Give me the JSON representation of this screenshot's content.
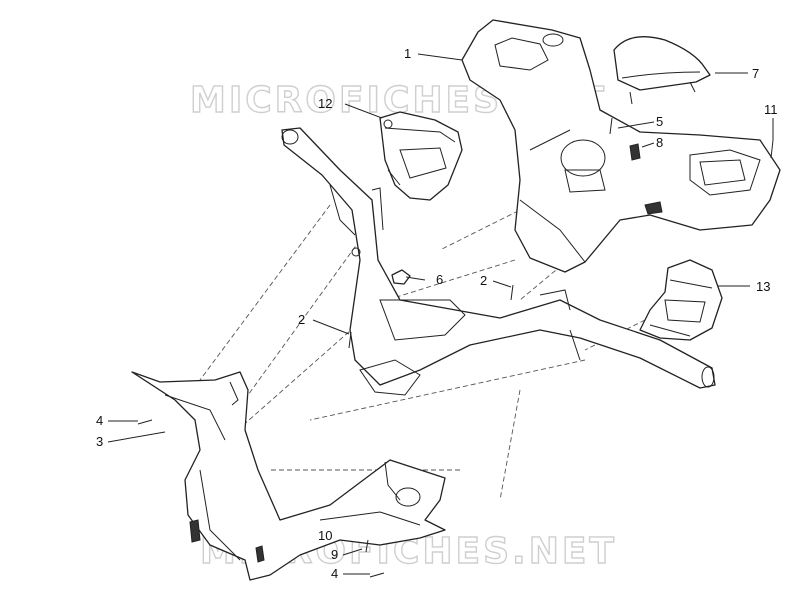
{
  "watermark": {
    "text": "MICROFICHES.NET"
  },
  "callouts": [
    {
      "id": "c1",
      "label": "1"
    },
    {
      "id": "c2a",
      "label": "2"
    },
    {
      "id": "c2b",
      "label": "2"
    },
    {
      "id": "c3",
      "label": "3"
    },
    {
      "id": "c4a",
      "label": "4"
    },
    {
      "id": "c4b",
      "label": "4"
    },
    {
      "id": "c5",
      "label": "5"
    },
    {
      "id": "c6",
      "label": "6"
    },
    {
      "id": "c7",
      "label": "7"
    },
    {
      "id": "c8",
      "label": "8"
    },
    {
      "id": "c9",
      "label": "9"
    },
    {
      "id": "c10",
      "label": "10"
    },
    {
      "id": "c11",
      "label": "11"
    },
    {
      "id": "c12",
      "label": "12"
    },
    {
      "id": "c13",
      "label": "13"
    }
  ]
}
